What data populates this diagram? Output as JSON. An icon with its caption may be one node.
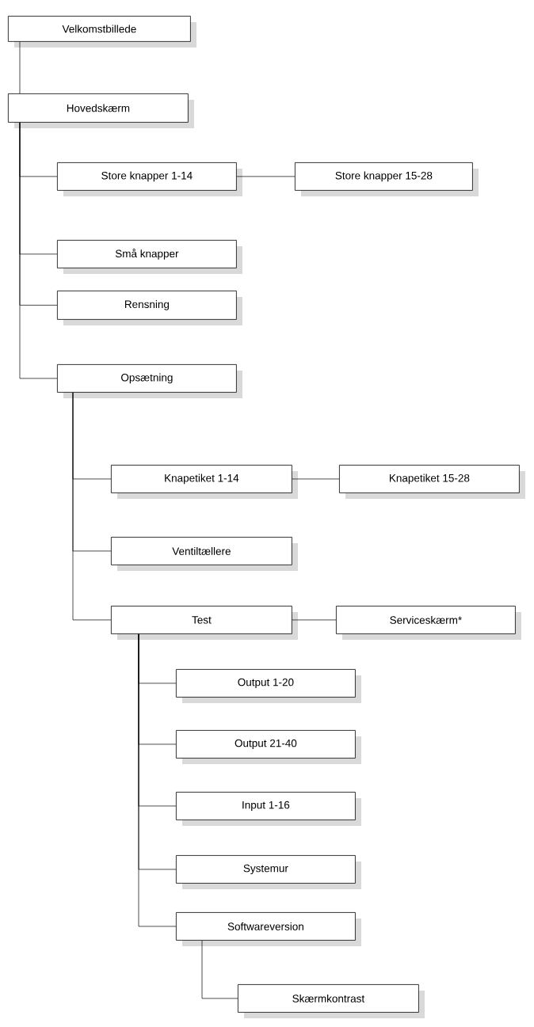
{
  "diagram": {
    "nodes": [
      {
        "text": [
          "Velkomstbillede"
        ]
      },
      {
        "text": [
          "Hovedskærm"
        ]
      },
      {
        "text": [
          "Store knapper 1-14"
        ]
      },
      {
        "text": [
          "Store knapper 15-28"
        ]
      },
      {
        "text": [
          "Små knapper"
        ]
      },
      {
        "text": [
          "Rensning"
        ]
      },
      {
        "text": [
          "Opsætning"
        ]
      },
      {
        "text": [
          "Knapetiket 1-14"
        ]
      },
      {
        "text": [
          "Knapetiket 15-28"
        ]
      },
      {
        "text": [
          "Ventiltællere"
        ]
      },
      {
        "text": [
          "Test"
        ]
      },
      {
        "text": [
          "Serviceskærm*"
        ]
      },
      {
        "text": [
          "Output 1-20"
        ]
      },
      {
        "text": [
          "Output 21-40"
        ]
      },
      {
        "text": [
          "Input 1-16"
        ]
      },
      {
        "text": [
          "Systemur"
        ]
      },
      {
        "text": [
          "Softwareversion"
        ]
      },
      {
        "text": [
          "Skærmkontrast"
        ]
      }
    ],
    "edges": [
      {
        "from": 0,
        "to": 1,
        "arrow": "none"
      },
      {
        "from": 1,
        "to": 2,
        "arrow": "none"
      },
      {
        "from": 2,
        "to": 3,
        "arrow": "none"
      },
      {
        "from": 1,
        "to": 4,
        "arrow": "none"
      },
      {
        "from": 1,
        "to": 5,
        "arrow": "none"
      },
      {
        "from": 1,
        "to": 6,
        "arrow": "none"
      },
      {
        "from": 6,
        "to": 7,
        "arrow": "none"
      },
      {
        "from": 7,
        "to": 8,
        "arrow": "none"
      },
      {
        "from": 6,
        "to": 9,
        "arrow": "none"
      },
      {
        "from": 6,
        "to": 10,
        "arrow": "none"
      },
      {
        "from": 10,
        "to": 11,
        "arrow": "none"
      },
      {
        "from": 10,
        "to": 12,
        "arrow": "none"
      },
      {
        "from": 10,
        "to": 13,
        "arrow": "none"
      },
      {
        "from": 10,
        "to": 14,
        "arrow": "none"
      },
      {
        "from": 10,
        "to": 15,
        "arrow": "none"
      },
      {
        "from": 10,
        "to": 16,
        "arrow": "none"
      },
      {
        "from": 16,
        "to": 17,
        "arrow": "none"
      }
    ]
  }
}
